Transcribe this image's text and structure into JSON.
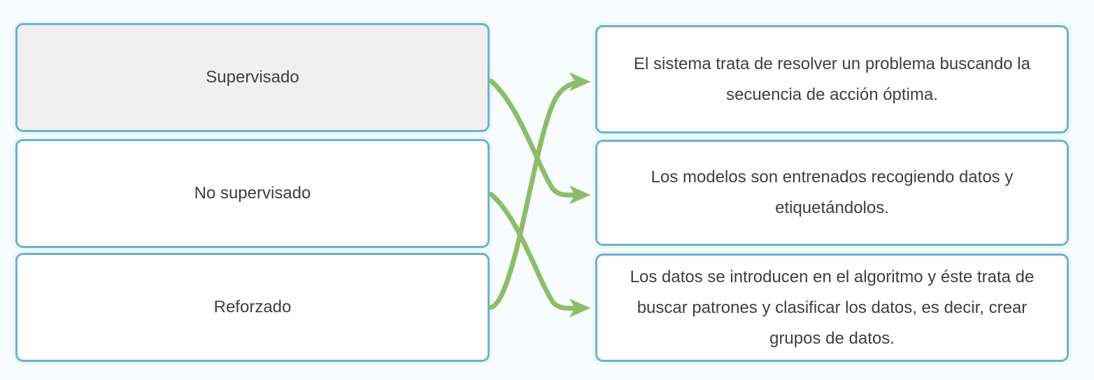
{
  "exercise": {
    "type": "matching",
    "left_column": {
      "items": [
        {
          "label": "Supervisado",
          "selected": true
        },
        {
          "label": "No supervisado",
          "selected": false
        },
        {
          "label": "Reforzado",
          "selected": false
        }
      ]
    },
    "right_column": {
      "items": [
        {
          "label": "El sistema trata de resolver un problema buscando la secuencia de acción óptima."
        },
        {
          "label": "Los modelos son entrenados recogiendo datos y etiquetándolos."
        },
        {
          "label": "Los datos se introducen en el algoritmo y éste trata de buscar patrones y clasificar los datos, es decir, crear grupos de datos."
        }
      ]
    },
    "connections": [
      {
        "from": "Supervisado",
        "to": "Los modelos son entrenados recogiendo datos y etiquetándolos."
      },
      {
        "from": "No supervisado",
        "to": "Los datos se introducen en el algoritmo y éste trata de buscar patrones y clasificar los datos, es decir, crear grupos de datos."
      },
      {
        "from": "Reforzado",
        "to": "El sistema trata de resolver un problema buscando la secuencia de acción óptima."
      }
    ]
  },
  "colors": {
    "background": "#f7fdfe",
    "card_border": "#6cb2cd",
    "card_glow": "#eaf7fb",
    "card_fill": "#ffffff",
    "card_fill_selected": "#f0f0f0",
    "text": "#3f3f3f",
    "connector": "#8fbc6b"
  }
}
